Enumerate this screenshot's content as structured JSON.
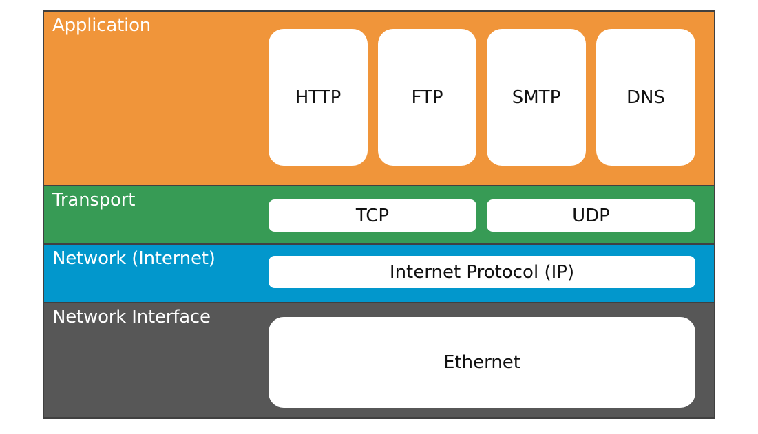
{
  "colors": {
    "application": "#f0953a",
    "transport": "#379b55",
    "network": "#0297cc",
    "network_interface": "#575757",
    "border": "#404040",
    "box": "#ffffff"
  },
  "layers": {
    "application": {
      "label": "Application",
      "protocols": [
        "HTTP",
        "FTP",
        "SMTP",
        "DNS"
      ]
    },
    "transport": {
      "label": "Transport",
      "protocols": [
        "TCP",
        "UDP"
      ]
    },
    "network": {
      "label": "Network (Internet)",
      "protocols": [
        "Internet Protocol (IP)"
      ]
    },
    "network_interface": {
      "label": "Network Interface",
      "protocols": [
        "Ethernet"
      ]
    }
  }
}
